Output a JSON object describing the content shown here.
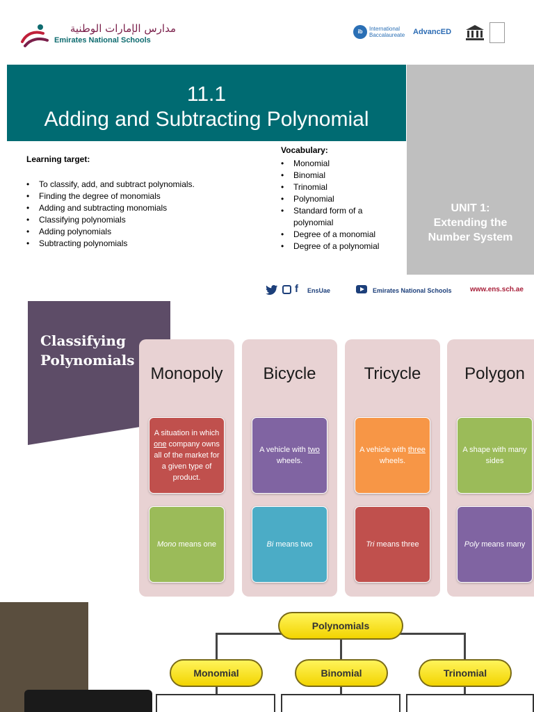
{
  "header": {
    "school_name_ar": "مدارس الإمارات الوطنية",
    "school_name_en": "Emirates National Schools",
    "ib_label": "International Baccalaureate",
    "ib_mark": "ib",
    "advanced_label": "AdvancED",
    "icons": [
      "ens-logo-icon",
      "ib-logo-icon",
      "advanced-logo-icon",
      "unesco-logo-icon"
    ]
  },
  "slide1": {
    "lesson_number": "11.1",
    "lesson_title": "Adding and Subtracting Polynomial",
    "unit": {
      "line1": "UNIT 1:",
      "line2": "Extending the",
      "line3": "Number System"
    },
    "learning_target": {
      "title": "Learning target:",
      "items": [
        "To classify, add, and subtract polynomials.",
        "Finding the degree of monomials",
        "Adding and subtracting monomials",
        "Classifying polynomials",
        "Adding polynomials",
        "Subtracting polynomials"
      ]
    },
    "vocabulary": {
      "title": "Vocabulary:",
      "items": [
        "Monomial",
        "Binomial",
        "Trinomial",
        "Polynomial",
        "Standard form of a polynomial",
        "Degree of a monomial",
        "Degree of a polynomial"
      ]
    },
    "footer": {
      "handle": "EnsUae",
      "youtube_name": "Emirates National Schools",
      "website": "www.ens.sch.ae"
    }
  },
  "slide2": {
    "title_line1": "Classifying",
    "title_line2": "Polynomials",
    "columns": [
      {
        "heading": "Monopoly",
        "definition_before": "A situation in which ",
        "definition_key": "one",
        "definition_after": " company owns all of the market for a given type of product.",
        "meaning_prefix": "Mono",
        "meaning_rest": " means one",
        "top_color": "#c0504d",
        "bottom_color": "#9bbb59"
      },
      {
        "heading": "Bicycle",
        "definition_before": "A vehicle with ",
        "definition_key": "two",
        "definition_after": " wheels.",
        "meaning_prefix": "Bi",
        "meaning_rest": " means two",
        "top_color": "#8064a2",
        "bottom_color": "#4bacc6"
      },
      {
        "heading": "Tricycle",
        "definition_before": "A vehicle with ",
        "definition_key": "three",
        "definition_after": " wheels.",
        "meaning_prefix": "Tri",
        "meaning_rest": " means three",
        "top_color": "#f79646",
        "bottom_color": "#c0504d"
      },
      {
        "heading": "Polygon",
        "definition_before": "A shape with many sides",
        "definition_key": "",
        "definition_after": "",
        "meaning_prefix": "Poly",
        "meaning_rest": " means many",
        "top_color": "#9bbb59",
        "bottom_color": "#8064a2"
      }
    ]
  },
  "slide3": {
    "root": "Polynomials",
    "children": [
      "Monomial",
      "Binomial",
      "Trinomial"
    ]
  },
  "colors": {
    "teal": "#006b72",
    "unit_gray": "#bfbfbf",
    "purple_tab": "#5d4c67",
    "card_bg": "#e8d2d3",
    "pill_yellow": "#f2d400",
    "dark_panel": "#5a4e3e"
  }
}
